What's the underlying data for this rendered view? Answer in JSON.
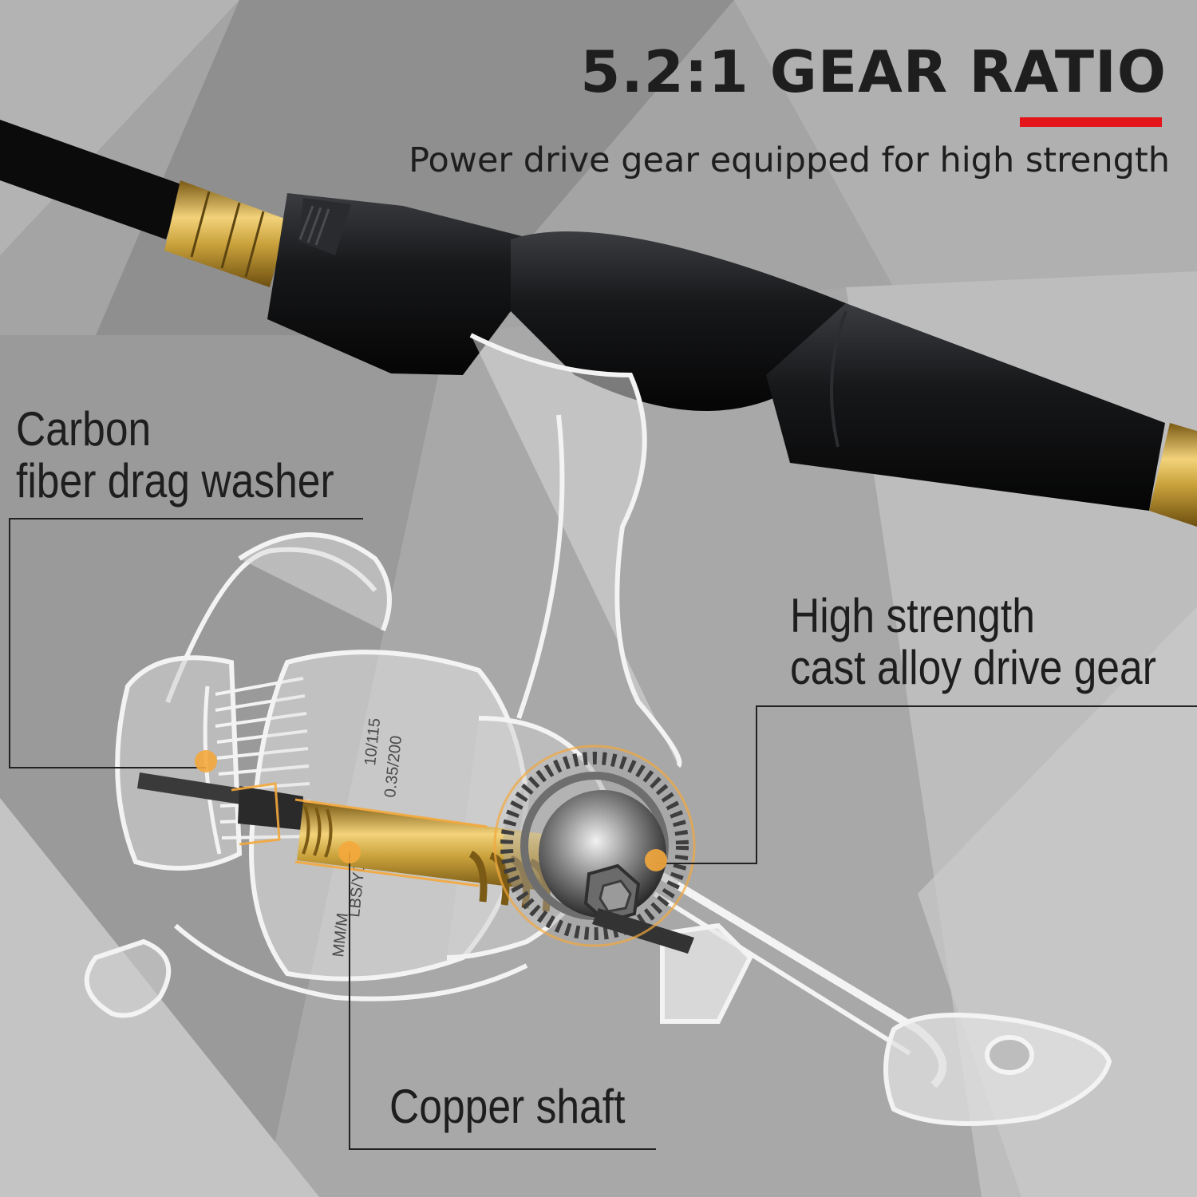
{
  "colors": {
    "accent_red": "#e3151a",
    "text_dark": "#1e1e1e",
    "callout_dot": "#f4a83c",
    "brass": "#c9a13b"
  },
  "header": {
    "title": "5.2:1 GEAR RATIO",
    "subtitle": "Power drive gear equipped for high strength"
  },
  "callouts": {
    "drag_washer": {
      "line1": "Carbon",
      "line2": "fiber drag washer"
    },
    "drive_gear": {
      "line1": "High strength",
      "line2": "cast alloy drive gear"
    },
    "copper_shaft": {
      "label": "Copper shaft"
    }
  },
  "reel_labels": {
    "spool_units": "LBS/YDS",
    "spool_units_2": "MM/M",
    "spool_spec_1": "10/115",
    "spool_spec_2": "0.35/200"
  }
}
